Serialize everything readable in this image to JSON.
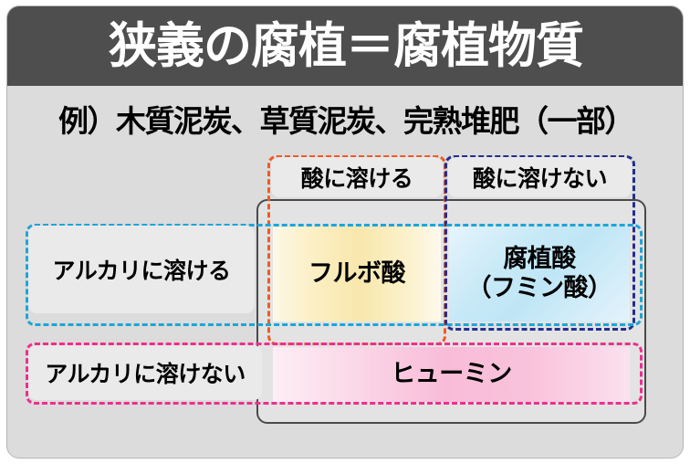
{
  "header": {
    "title": "狭義の腐植＝腐植物質"
  },
  "subtitle": {
    "text": "例）木質泥炭、草質泥炭、完熟堆肥（一部）"
  },
  "matrix": {
    "column_headers": [
      {
        "id": "acid-soluble",
        "label": "酸に溶ける",
        "frame_color": "#f15a22"
      },
      {
        "id": "acid-insoluble",
        "label": "酸に溶けない",
        "frame_color": "#232f8c"
      }
    ],
    "row_headers": [
      {
        "id": "alkali-soluble",
        "label": "アルカリに溶ける",
        "frame_color": "#1ea5d6"
      },
      {
        "id": "alkali-insoluble",
        "label": "アルカリに溶けない",
        "frame_color": "#ef2e8d"
      }
    ],
    "cells": [
      {
        "id": "fulvic-acid",
        "label": "フルボ酸",
        "fill": "#f8e7ad"
      },
      {
        "id": "humic-acid",
        "line1": "腐植酸",
        "line2": "（フミン酸）",
        "fill": "#bfe6f6"
      },
      {
        "id": "humin",
        "label": "ヒューミン",
        "fill": "#f9bcd8"
      }
    ]
  },
  "colors": {
    "banner_background": "#4e4e4e",
    "banner_text": "#ffffff",
    "card_background": "#dcdcdc",
    "panel_background": "#e3e3e3",
    "chip_background": "#eaeaea"
  }
}
